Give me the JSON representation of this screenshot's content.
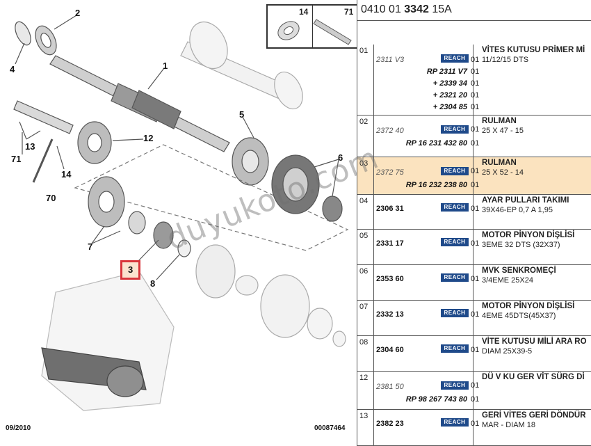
{
  "diagram": {
    "callouts": [
      "2",
      "1",
      "4",
      "5",
      "6",
      "12",
      "13",
      "71",
      "14",
      "70",
      "7",
      "3",
      "8"
    ],
    "inset": [
      "14",
      "71"
    ],
    "footer_left": "09/2010",
    "footer_right": "00087464"
  },
  "header": {
    "prefix": "0410 01 ",
    "bold": "3342",
    "suffix": " 15A"
  },
  "badge_label": "REACH",
  "rows": [
    {
      "idx": "01",
      "ref": "2311 V3",
      "ref_style": "italic",
      "alts": [
        "RP 2311 V7",
        "+ 2339 34",
        "+ 2321 20",
        "+ 2304 85"
      ],
      "qty": [
        "01",
        "01",
        "01",
        "01",
        "01"
      ],
      "title": "VİTES KUTUSU PRİMER Mİ",
      "desc": "11/12/15 DTS"
    },
    {
      "idx": "02",
      "ref": "2372 40",
      "ref_style": "italic",
      "alts": [
        "RP 16 231 432 80"
      ],
      "qty": [
        "01",
        "01"
      ],
      "title": "RULMAN",
      "desc": "25 X 47 - 15"
    },
    {
      "idx": "03",
      "ref": "2372 75",
      "ref_style": "italic",
      "alts": [
        "RP 16 232 238 80"
      ],
      "qty": [
        "01",
        "01"
      ],
      "title": "RULMAN",
      "desc": "25 X 52 - 14",
      "active": true
    },
    {
      "idx": "04",
      "ref": "2306 31",
      "ref_style": "bold",
      "alts": [],
      "qty": [
        "01"
      ],
      "title": "AYAR PULLARI TAKIMI",
      "desc": "39X46-EP 0,7 A 1,95"
    },
    {
      "idx": "05",
      "ref": "2331 17",
      "ref_style": "bold",
      "alts": [],
      "qty": [
        "01"
      ],
      "title": "MOTOR PİNYON DİŞLİSİ",
      "desc": "3EME 32 DTS (32X37)"
    },
    {
      "idx": "06",
      "ref": "2353 60",
      "ref_style": "bold",
      "alts": [],
      "qty": [
        "01"
      ],
      "title": "MVK SENKROMEÇİ",
      "desc": "3/4EME 25X24"
    },
    {
      "idx": "07",
      "ref": "2332 13",
      "ref_style": "bold",
      "alts": [],
      "qty": [
        "01"
      ],
      "title": "MOTOR PİNYON DİŞLİSİ",
      "desc": "4EME 45DTS(45X37)"
    },
    {
      "idx": "08",
      "ref": "2304 60",
      "ref_style": "bold",
      "alts": [],
      "qty": [
        "01"
      ],
      "title": "VİTE KUTUSU MİLİ ARA RO",
      "desc": "DIAM 25X39-5"
    },
    {
      "idx": "12",
      "ref": "2381 50",
      "ref_style": "italic",
      "alts": [
        "RP 98 267 743 80"
      ],
      "qty": [
        "01",
        "01"
      ],
      "title": "DÜ V KU GER VİT SÜRG Dİ",
      "desc": ""
    },
    {
      "idx": "13",
      "ref": "2382 23",
      "ref_style": "bold",
      "alts": [],
      "qty": [
        "01"
      ],
      "title": "GERİ VİTES GERİ DÖNDÜR",
      "desc": "MAR - DIAM 18"
    }
  ],
  "watermark": "duyukoto.com"
}
